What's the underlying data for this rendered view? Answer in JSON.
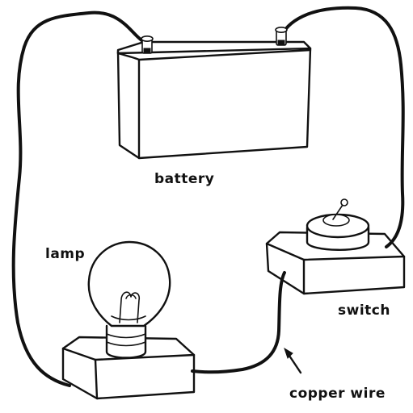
{
  "labels": {
    "battery": "battery",
    "lamp": "lamp",
    "switch": "switch",
    "wire": "copper wire"
  },
  "colors": {
    "ink": "#111111",
    "background": "#ffffff"
  }
}
